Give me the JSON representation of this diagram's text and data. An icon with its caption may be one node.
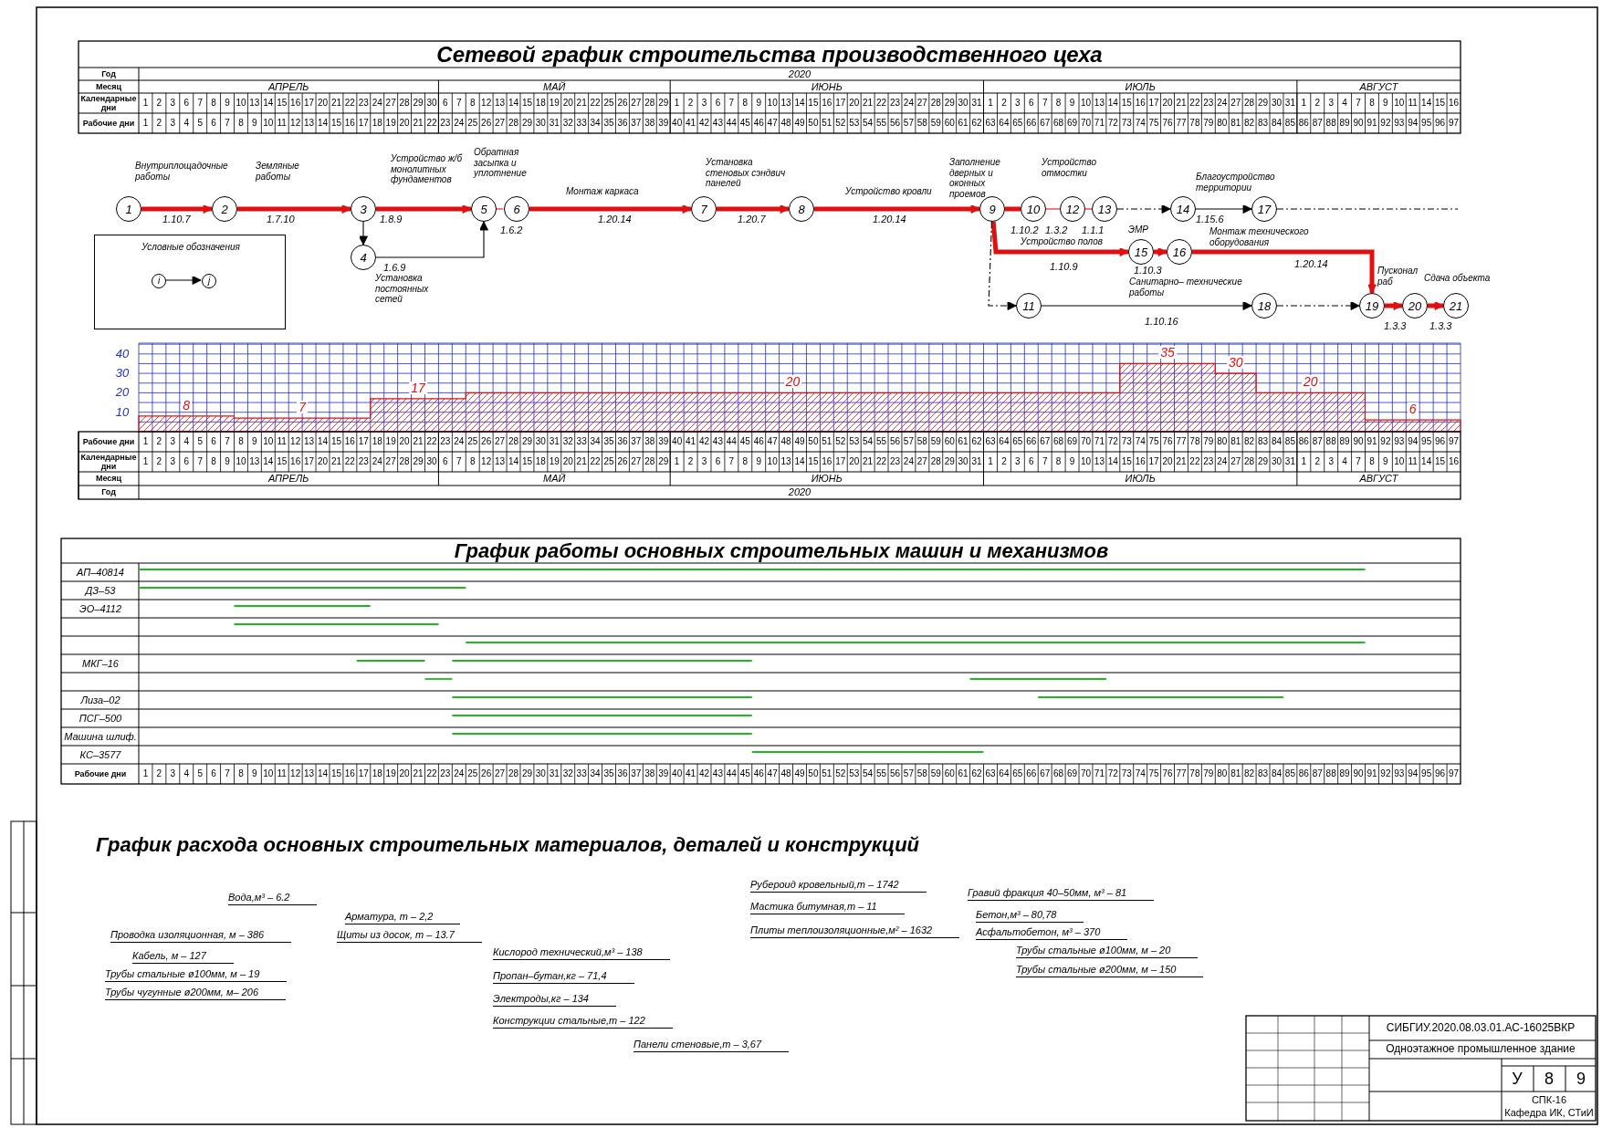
{
  "diagram": {
    "title": "Сетевой график строительства производственного цеха",
    "nodes": [
      {
        "text": [
          "1"
        ]
      },
      {
        "text": [
          "2"
        ]
      },
      {
        "text": [
          "3"
        ]
      },
      {
        "text": [
          "4"
        ]
      },
      {
        "text": [
          "5"
        ]
      },
      {
        "text": [
          "6"
        ]
      },
      {
        "text": [
          "7"
        ]
      },
      {
        "text": [
          "8"
        ]
      },
      {
        "text": [
          "9"
        ]
      },
      {
        "text": [
          "10"
        ]
      },
      {
        "text": [
          "11"
        ]
      },
      {
        "text": [
          "12"
        ]
      },
      {
        "text": [
          "13"
        ]
      },
      {
        "text": [
          "14"
        ]
      },
      {
        "text": [
          "15"
        ]
      },
      {
        "text": [
          "16"
        ]
      },
      {
        "text": [
          "17"
        ]
      },
      {
        "text": [
          "18"
        ]
      },
      {
        "text": [
          "19"
        ]
      },
      {
        "text": [
          "20"
        ]
      },
      {
        "text": [
          "21"
        ]
      },
      {
        "text": [
          "Условные обозначения"
        ]
      },
      {
        "text": [
          "i"
        ],
        "in": 21
      },
      {
        "text": [
          "j"
        ],
        "in": 21
      }
    ],
    "edges": [
      {
        "from": 0,
        "to": 1,
        "arrow": "to",
        "label": "1.10.7",
        "style": "thick"
      },
      {
        "from": 1,
        "to": 2,
        "arrow": "to",
        "label": "1.7.10",
        "style": "thick"
      },
      {
        "from": 2,
        "to": 4,
        "arrow": "to",
        "label": "1.8.9",
        "style": "thick"
      },
      {
        "from": 2,
        "to": 3,
        "arrow": "to",
        "color": "#000000"
      },
      {
        "from": 3,
        "to": 4,
        "arrow": "to",
        "label": "1.6.9",
        "color": "#000000"
      },
      {
        "from": 4,
        "to": 5,
        "arrow": "none",
        "label": "1.6.2",
        "style": "dashed"
      },
      {
        "from": 5,
        "to": 6,
        "arrow": "to",
        "label": "1.20.14",
        "style": "thick"
      },
      {
        "from": 6,
        "to": 7,
        "arrow": "to",
        "label": "1.20.7",
        "style": "thick"
      },
      {
        "from": 7,
        "to": 8,
        "arrow": "to",
        "label": "1.20.14",
        "style": "thick"
      },
      {
        "from": 8,
        "to": 9,
        "arrow": "none",
        "label": "1.10.2",
        "style": "thick"
      },
      {
        "from": 9,
        "to": 11,
        "arrow": "none",
        "label": "1.3.2"
      },
      {
        "from": 11,
        "to": 12,
        "arrow": "none",
        "label": "1.1.1"
      },
      {
        "from": 12,
        "to": 13,
        "arrow": "to",
        "style": "dashed",
        "color": "#000000"
      },
      {
        "from": 13,
        "to": 16,
        "arrow": "to",
        "label": "1.15.6",
        "color": "#000000"
      },
      {
        "from": 16,
        "to": null,
        "arrow": "none",
        "style": "dashed",
        "color": "#000000"
      },
      {
        "from": 8,
        "to": 14,
        "arrow": "to",
        "label": "1.10.9",
        "style": "thick"
      },
      {
        "from": 14,
        "to": 15,
        "arrow": "to",
        "label": "1.10.3",
        "style": "thick"
      },
      {
        "from": 15,
        "to": 18,
        "arrow": "to",
        "label": "1.20.14",
        "style": "thick"
      },
      {
        "from": 8,
        "to": 10,
        "arrow": "to",
        "style": "dashed",
        "color": "#000000"
      },
      {
        "from": 10,
        "to": 17,
        "arrow": "to",
        "label": "1.10.16",
        "color": "#000000"
      },
      {
        "from": 17,
        "to": 18,
        "arrow": "to",
        "style": "dashed",
        "color": "#000000"
      },
      {
        "from": 18,
        "to": 19,
        "arrow": "to",
        "label": "1.3.3",
        "style": "thick"
      },
      {
        "from": 19,
        "to": 20,
        "arrow": "to",
        "label": "1.3.3",
        "style": "thick"
      },
      {
        "from": 22,
        "to": 23,
        "arrow": "to",
        "color": "#000000"
      }
    ],
    "labels": [
      "Год",
      "2020",
      "Месяц",
      "АПРЕЛЬ",
      "МАЙ",
      "ИЮНЬ",
      "ИЮЛЬ",
      "АВГУСТ",
      "Календарные дни",
      "1",
      "2",
      "3",
      "6",
      "7",
      "8",
      "9",
      "10",
      "13",
      "14",
      "15",
      "16",
      "17",
      "20",
      "21",
      "22",
      "23",
      "24",
      "27",
      "28",
      "29",
      "30",
      "6",
      "7",
      "8",
      "12",
      "13",
      "14",
      "15",
      "18",
      "19",
      "20",
      "21",
      "22",
      "25",
      "26",
      "27",
      "28",
      "29",
      "1",
      "2",
      "3",
      "6",
      "7",
      "8",
      "9",
      "10",
      "13",
      "14",
      "15",
      "16",
      "17",
      "20",
      "21",
      "22",
      "23",
      "24",
      "27",
      "28",
      "29",
      "30",
      "31",
      "1",
      "2",
      "3",
      "6",
      "7",
      "8",
      "9",
      "10",
      "13",
      "14",
      "15",
      "16",
      "17",
      "20",
      "21",
      "22",
      "23",
      "24",
      "27",
      "28",
      "29",
      "30",
      "31",
      "1",
      "2",
      "3",
      "4",
      "7",
      "8",
      "9",
      "10",
      "11",
      "14",
      "15",
      "16",
      "Рабочие дни",
      "1",
      "2",
      "3",
      "4",
      "5",
      "6",
      "7",
      "8",
      "9",
      "10",
      "11",
      "12",
      "13",
      "14",
      "15",
      "16",
      "17",
      "18",
      "19",
      "20",
      "21",
      "22",
      "23",
      "24",
      "25",
      "26",
      "27",
      "28",
      "29",
      "30",
      "31",
      "32",
      "33",
      "34",
      "35",
      "36",
      "37",
      "38",
      "39",
      "40",
      "41",
      "42",
      "43",
      "44",
      "45",
      "46",
      "47",
      "48",
      "49",
      "50",
      "51",
      "52",
      "53",
      "54",
      "55",
      "56",
      "57",
      "58",
      "59",
      "60",
      "61",
      "62",
      "63",
      "64",
      "65",
      "66",
      "67",
      "68",
      "69",
      "70",
      "71",
      "72",
      "73",
      "74",
      "75",
      "76",
      "77",
      "78",
      "79",
      "80",
      "81",
      "82",
      "83",
      "84",
      "85",
      "86",
      "87",
      "88",
      "89",
      "90",
      "91",
      "92",
      "93",
      "94",
      "95",
      "96",
      "97",
      "40",
      "30",
      "20",
      "10",
      "8",
      "7",
      "17",
      "20",
      "35",
      "30",
      "20",
      "6",
      "Рабочие дни",
      "1",
      "2",
      "3",
      "4",
      "5",
      "6",
      "7",
      "8",
      "9",
      "10",
      "11",
      "12",
      "13",
      "14",
      "15",
      "16",
      "17",
      "18",
      "19",
      "20",
      "21",
      "22",
      "23",
      "24",
      "25",
      "26",
      "27",
      "28",
      "29",
      "30",
      "31",
      "32",
      "33",
      "34",
      "35",
      "36",
      "37",
      "38",
      "39",
      "40",
      "41",
      "42",
      "43",
      "44",
      "45",
      "46",
      "47",
      "48",
      "49",
      "50",
      "51",
      "52",
      "53",
      "54",
      "55",
      "56",
      "57",
      "58",
      "59",
      "60",
      "61",
      "62",
      "63",
      "64",
      "65",
      "66",
      "67",
      "68",
      "69",
      "70",
      "71",
      "72",
      "73",
      "74",
      "75",
      "76",
      "77",
      "78",
      "79",
      "80",
      "81",
      "82",
      "83",
      "84",
      "85",
      "86",
      "87",
      "88",
      "89",
      "90",
      "91",
      "92",
      "93",
      "94",
      "95",
      "96",
      "97",
      "Календарные дни",
      "1",
      "2",
      "3",
      "6",
      "7",
      "8",
      "9",
      "10",
      "13",
      "14",
      "15",
      "16",
      "17",
      "20",
      "21",
      "22",
      "23",
      "24",
      "27",
      "28",
      "29",
      "30",
      "6",
      "7",
      "8",
      "12",
      "13",
      "14",
      "15",
      "18",
      "19",
      "20",
      "21",
      "22",
      "25",
      "26",
      "27",
      "28",
      "29",
      "1",
      "2",
      "3",
      "6",
      "7",
      "8",
      "9",
      "10",
      "13",
      "14",
      "15",
      "16",
      "17",
      "20",
      "21",
      "22",
      "23",
      "24",
      "27",
      "28",
      "29",
      "30",
      "31",
      "1",
      "2",
      "3",
      "6",
      "7",
      "8",
      "9",
      "10",
      "13",
      "14",
      "15",
      "16",
      "17",
      "20",
      "21",
      "22",
      "23",
      "24",
      "27",
      "28",
      "29",
      "30",
      "31",
      "1",
      "2",
      "3",
      "4",
      "7",
      "8",
      "9",
      "10",
      "11",
      "14",
      "15",
      "16",
      "Месяц",
      "АПРЕЛЬ",
      "МАЙ",
      "ИЮНЬ",
      "ИЮЛЬ",
      "АВГУСТ",
      "Год",
      "2020",
      "График работы основных строительных машин и механизмов",
      "АП–40814",
      "ДЗ–53",
      "ЭО–4112",
      "МКГ–16",
      "Лиза–02",
      "ПСГ–500",
      "Машина шлиф.",
      "КС–3577",
      "Рабочие дни",
      "1",
      "2",
      "3",
      "4",
      "5",
      "6",
      "7",
      "8",
      "9",
      "10",
      "11",
      "12",
      "13",
      "14",
      "15",
      "16",
      "17",
      "18",
      "19",
      "20",
      "21",
      "22",
      "23",
      "24",
      "25",
      "26",
      "27",
      "28",
      "29",
      "30",
      "31",
      "32",
      "33",
      "34",
      "35",
      "36",
      "37",
      "38",
      "39",
      "40",
      "41",
      "42",
      "43",
      "44",
      "45",
      "46",
      "47",
      "48",
      "49",
      "50",
      "51",
      "52",
      "53",
      "54",
      "55",
      "56",
      "57",
      "58",
      "59",
      "60",
      "61",
      "62",
      "63",
      "64",
      "65",
      "66",
      "67",
      "68",
      "69",
      "70",
      "71",
      "72",
      "73",
      "74",
      "75",
      "76",
      "77",
      "78",
      "79",
      "80",
      "81",
      "82",
      "83",
      "84",
      "85",
      "86",
      "87",
      "88",
      "89",
      "90",
      "91",
      "92",
      "93",
      "94",
      "95",
      "96",
      "97",
      "График расхода основных строительных материалов, деталей и конструкций",
      "Вода,м³ – 6.2",
      "Арматура, т – 2,2",
      "Проводка изоляционная, м – 386",
      "Щиты из досок, т – 13.7",
      "Кабель, м – 127",
      "Трубы стальные ø100мм, м – 19",
      "Трубы чугунные ø200мм, м– 206",
      "Кислород технический,м³ – 138",
      "Пропан–бутан,кг – 71,4",
      "Электроды,кг – 134",
      "Конструкции стальные,т – 122",
      "Панели стеновые,т – 3,67",
      "Рубероид кровельный,т – 1742",
      "Мастика битумная,т – 11",
      "Плиты теплоизоляционные,м² – 1632",
      "Гравий фракция 40–50мм, м³ – 81",
      "Бетон,м³ – 80,78",
      "Асфальтобетон, м³ – 370",
      "Трубы стальные ø100мм, м – 20",
      "Трубы стальные ø200мм, м – 150",
      "СИБГИУ.2020.08.03.01.АС-16025ВКР",
      "Одноэтажное промышленное здание",
      "У",
      "8",
      "9",
      "СПК-16",
      "Кафедра ИК, СТиИ",
      "Внутриплощадочные работы",
      "Земляные работы",
      "Устройство ж/б монолитных фундаментов",
      "Обратная засыпка и уплотнение",
      "Монтаж каркаса",
      "Установка стеновых сэндвич панелей",
      "Устройство кровли",
      "Заполнение дверных и оконных проемов",
      "Устройство отмостки",
      "Благоустройство территории",
      "Установка постоянных сетей",
      "Устройство полов",
      "ЭМР",
      "Монтаж технического оборудования",
      "Санитарно– технические работы",
      "Пусконал раб",
      "Сдача объекта"
    ]
  }
}
